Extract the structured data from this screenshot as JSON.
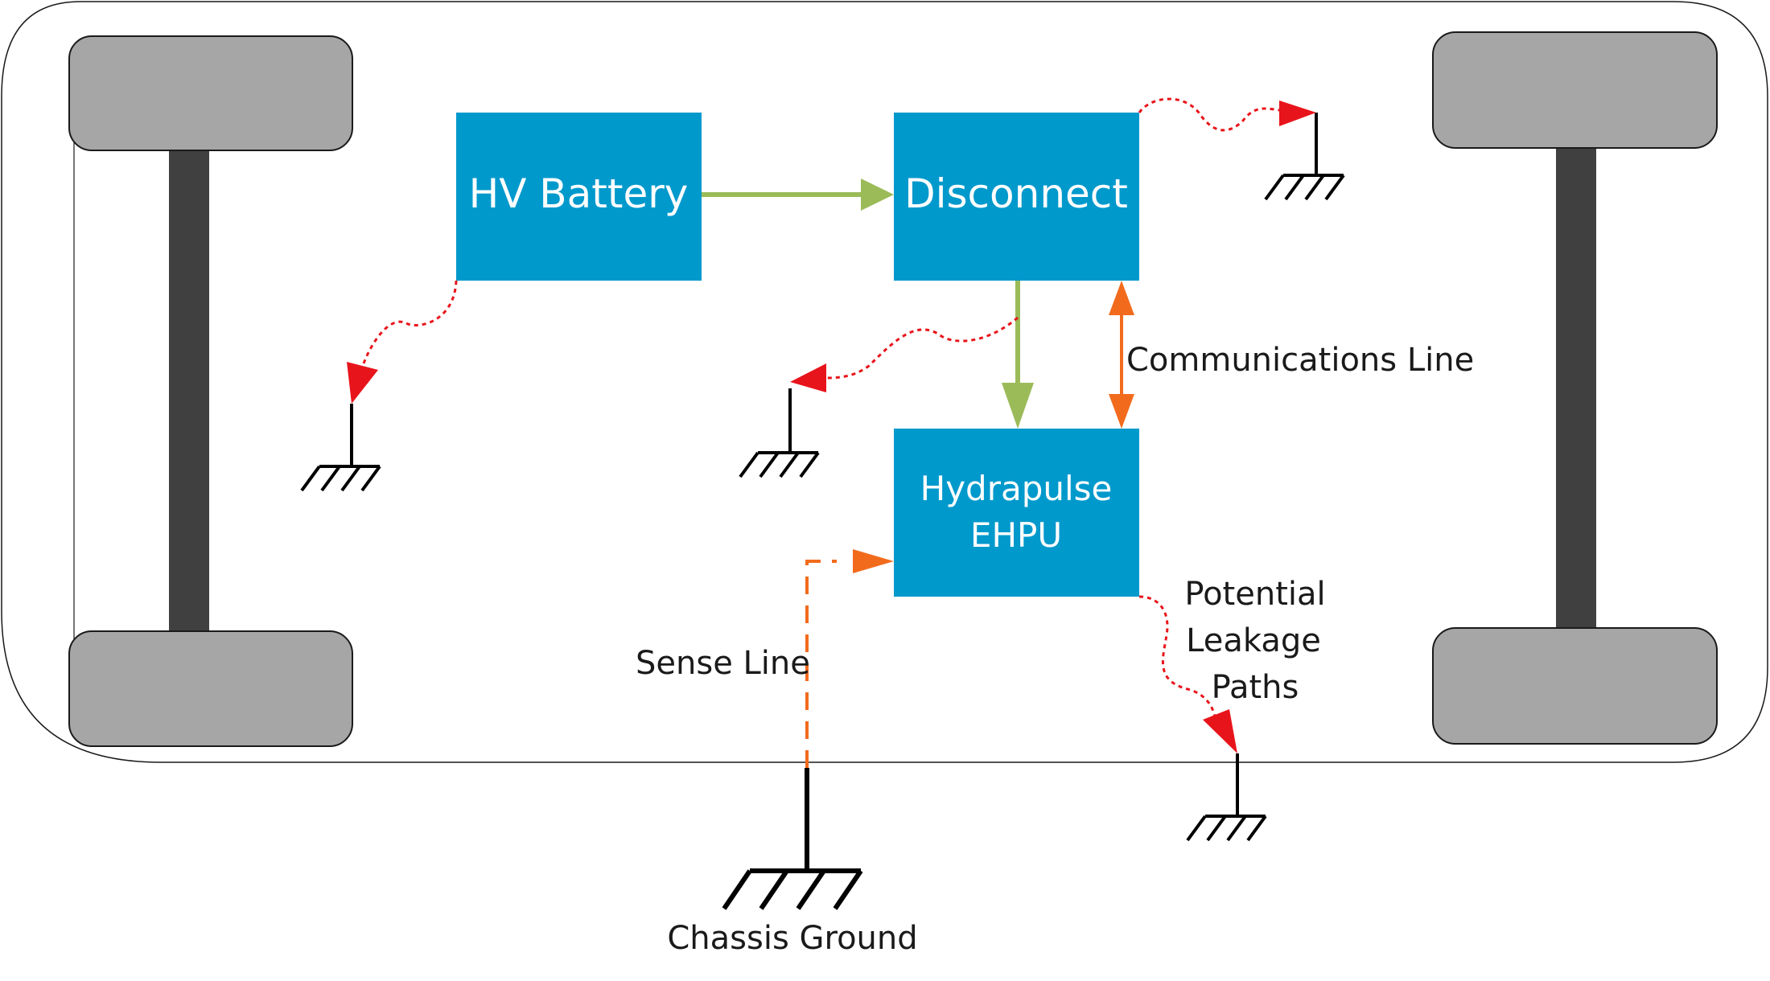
{
  "diagram": {
    "boxes": {
      "battery": "HV Battery",
      "disconnect": "Disconnect",
      "ehpu_line1": "Hydrapulse",
      "ehpu_line2": "EHPU"
    },
    "labels": {
      "communications": "Communications Line",
      "sense": "Sense Line",
      "leakage_line1": "Potential",
      "leakage_line2": "Leakage",
      "leakage_line3": "Paths",
      "chassis": "Chassis Ground"
    },
    "colors": {
      "box_fill": "#0099CC",
      "power_arrow": "#9BBB59",
      "comm_arrow": "#F26B1D",
      "leakage_path": "#E8141B",
      "wheel_fill": "#A6A6A6",
      "axle_fill": "#404040",
      "outline": "#1a1a1a"
    }
  }
}
